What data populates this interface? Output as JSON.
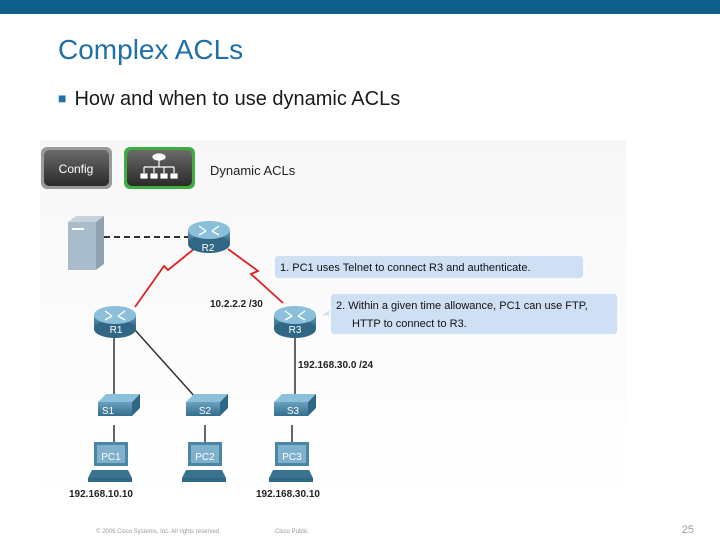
{
  "slide": {
    "title": "Complex ACLs",
    "bullet": "How and when to use dynamic ACLs",
    "footer_copyright": "© 2006 Cisco Systems, Inc. All rights reserved.",
    "footer_label": "Cisco Public",
    "page_number": "25"
  },
  "diagram": {
    "config_button": "Config",
    "topology_button_icon": "topology-icon",
    "heading": "Dynamic ACLs",
    "routers": {
      "r1": "R1",
      "r2": "R2",
      "r3": "R3"
    },
    "switches": {
      "s1": "S1",
      "s2": "S2",
      "s3": "S3"
    },
    "pcs": {
      "pc1": "PC1",
      "pc2": "PC2",
      "pc3": "PC3"
    },
    "labels": {
      "r2_ip": "10.2.2.2 /30",
      "r3_net": "192.168.30.0 /24",
      "pc1_ip": "192.168.10.10",
      "pc3_ip": "192.168.30.10"
    },
    "callouts": {
      "step1": "1. PC1 uses Telnet to connect R3 and authenticate.",
      "step2_line1": "2. Within a given time allowance, PC1 can use FTP,",
      "step2_line2": "HTTP to connect to R3."
    }
  },
  "colors": {
    "title": "#1f6fa8",
    "top_bar": "#0f5f8a",
    "wan_link": "#e02020",
    "callout_fill": "#cfe0f4"
  }
}
